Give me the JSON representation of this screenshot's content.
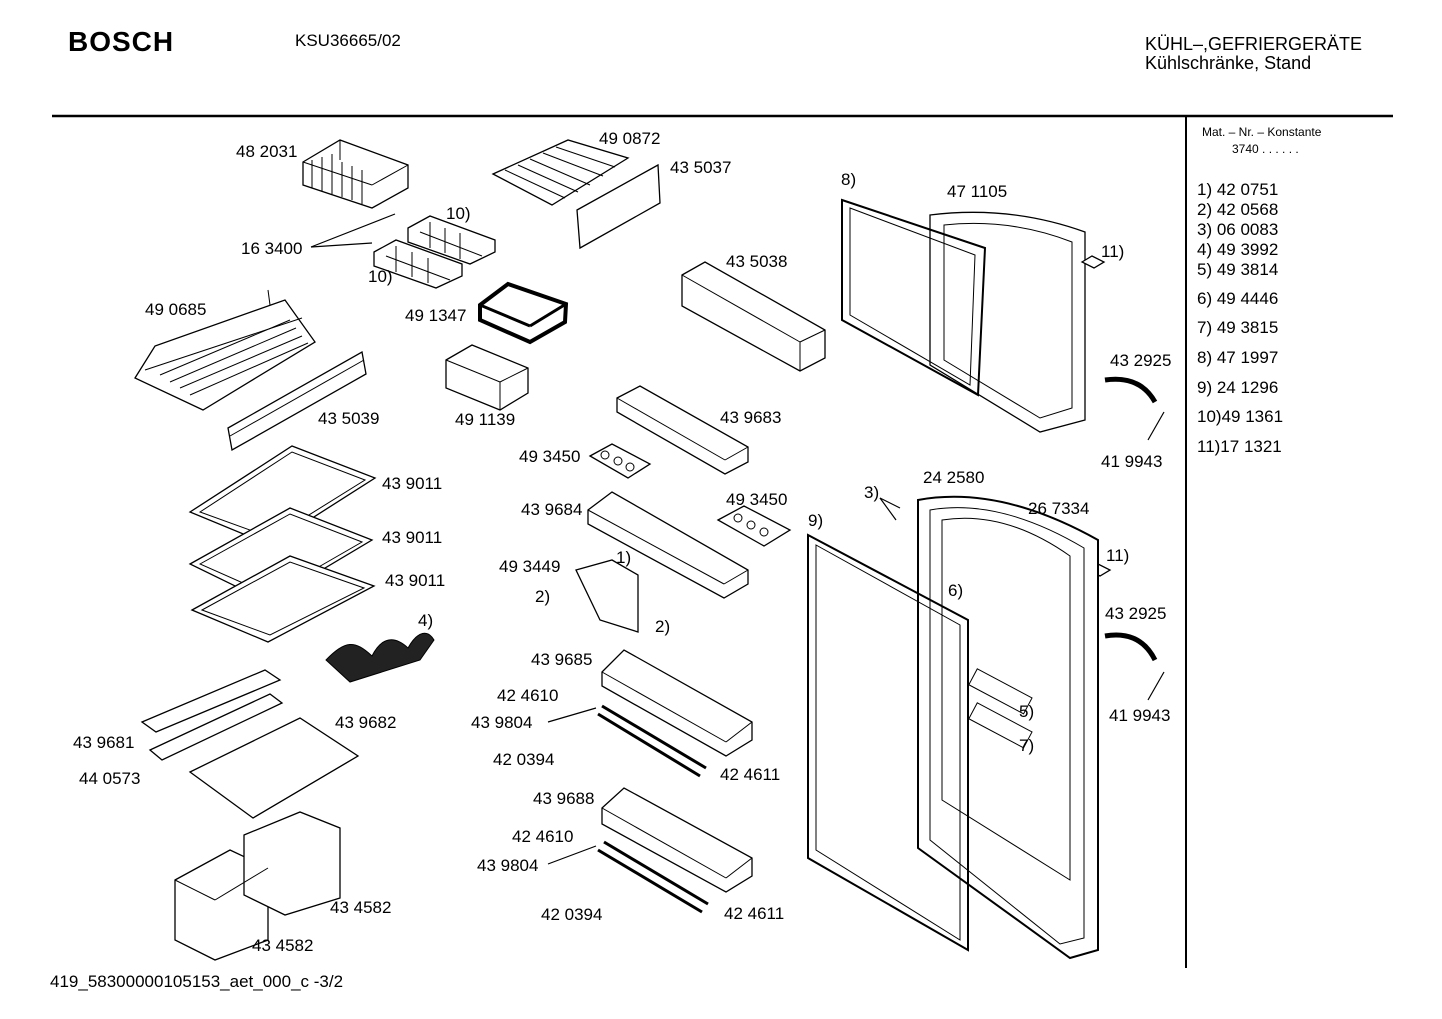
{
  "header": {
    "brand": "BOSCH",
    "model": "KSU36665/02",
    "category_line1": "KÜHL–,GEFRIERGERÄTE",
    "category_line2": "Kühlschränke, Stand"
  },
  "material_panel": {
    "heading": "Mat. – Nr. – Konstante",
    "value": "3740  .  .    .  .  .  .",
    "references": [
      "1)  42 0751",
      "2)  42 0568",
      "3)  06 0083",
      "4)  49 3992",
      "5)  49 3814",
      "6)  49 4446",
      "7)  49 3815",
      "8)  47 1997",
      "9)  24 1296",
      "10)49 1361",
      "11)17 1321"
    ]
  },
  "part_labels": [
    "48 2031",
    "49 0872",
    "43 5037",
    "10)",
    "16 3400",
    "10)",
    "8)",
    "47 1105",
    "11)",
    "43 5038",
    "49 0685",
    "49 1347",
    "43 2925",
    "43 5039",
    "49 1139",
    "43 9683",
    "41 9943",
    "49 3450",
    "24 2580",
    "43 9011",
    "3)",
    "26 7334",
    "49 3450",
    "43 9684",
    "9)",
    "43 9011",
    "11)",
    "49 3449",
    "1)",
    "6)",
    "43 9011",
    "2)",
    "2)",
    "43 2925",
    "4)",
    "43 9685",
    "42 4610",
    "5)",
    "43 9804",
    "43 9682",
    "41 9943",
    "7)",
    "43 9681",
    "42 0394",
    "42 4611",
    "44 0573",
    "43 9688",
    "42 4610",
    "43 9804",
    "43 4582",
    "42 0394",
    "42 4611",
    "43 4582"
  ],
  "footer": {
    "document_id": "419_58300000105153_aet_000_c -3/2"
  }
}
